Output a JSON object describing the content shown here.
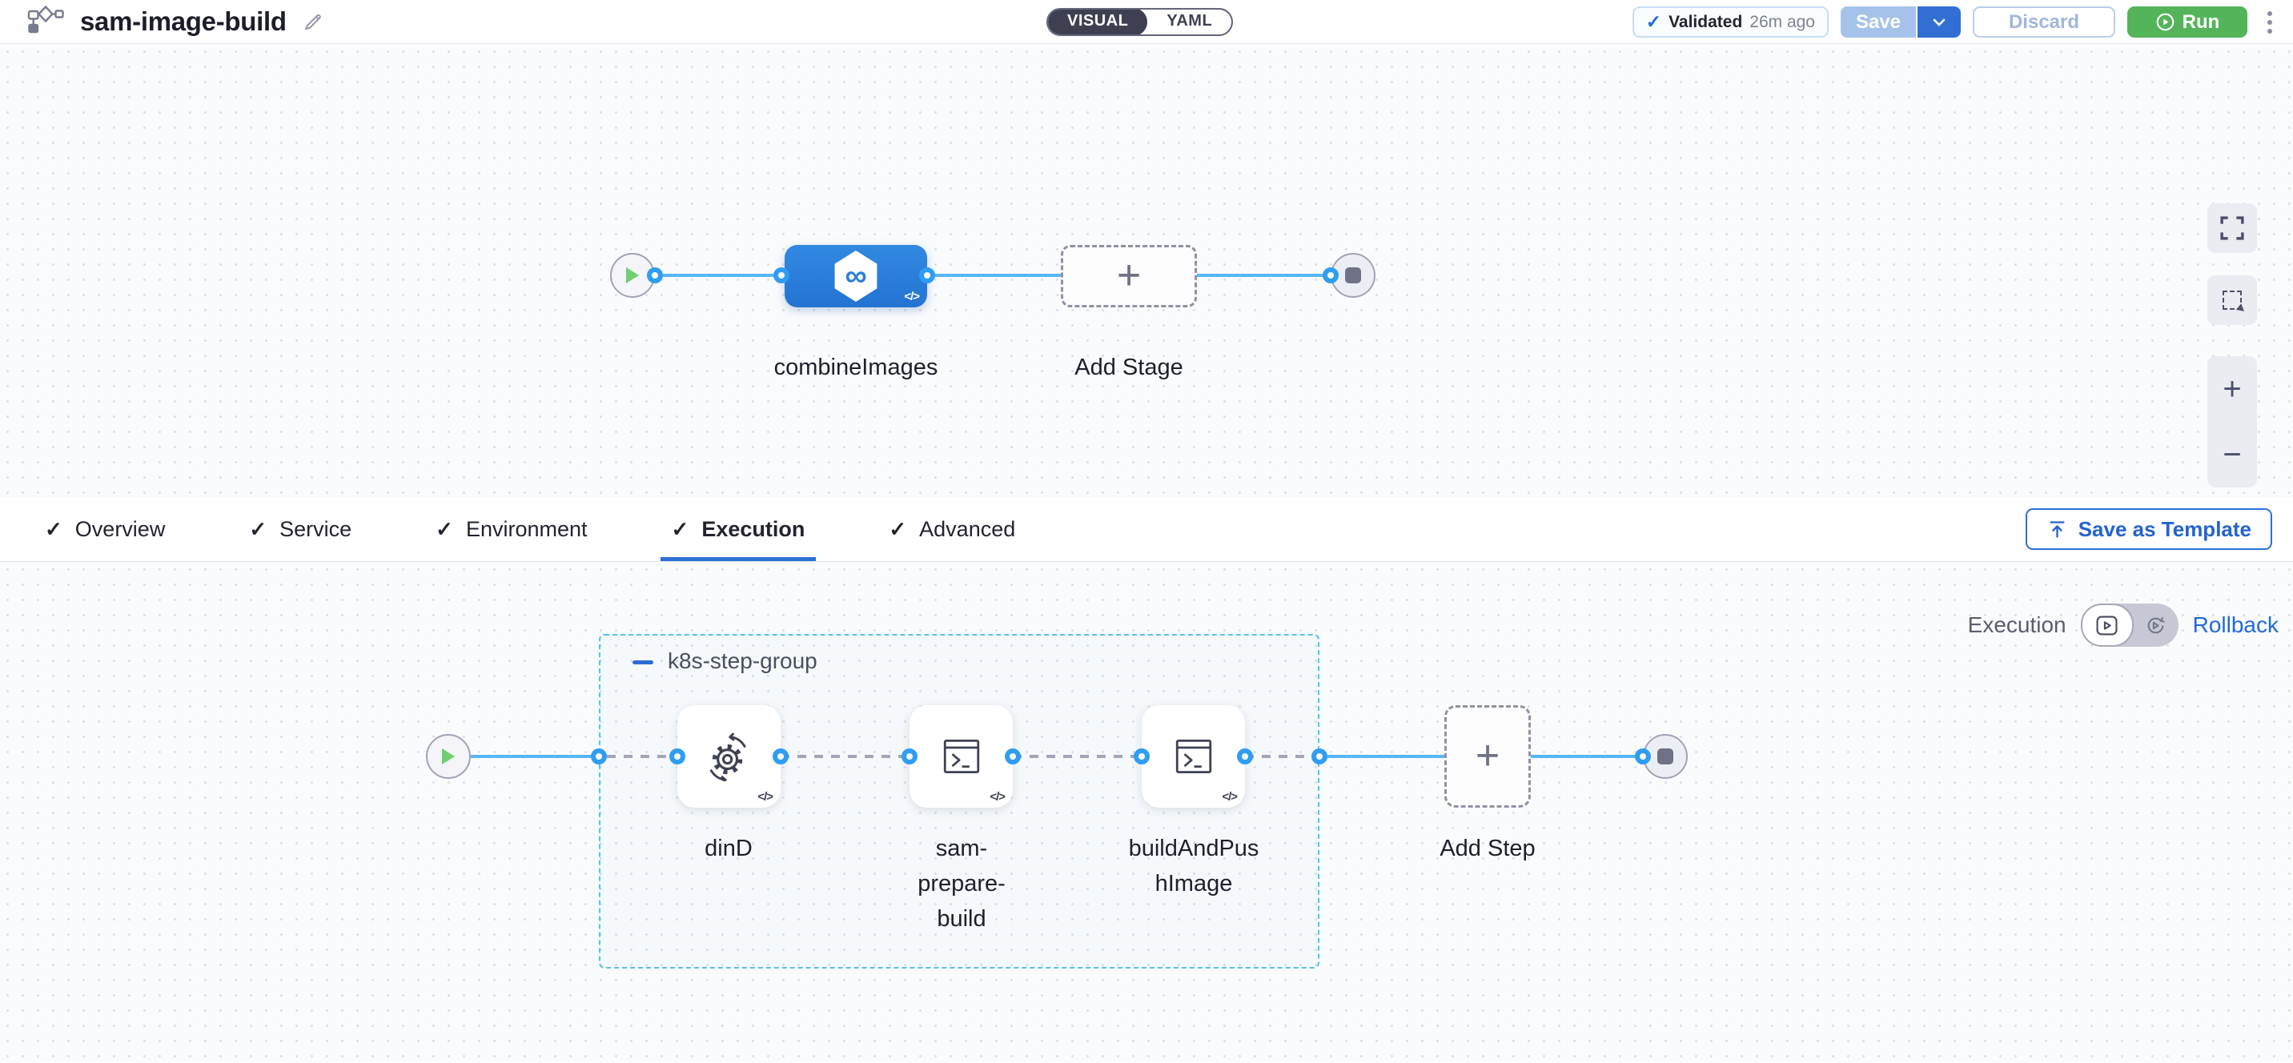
{
  "icons": {
    "check": "✓",
    "plus": "+",
    "minus": "−",
    "infinity": "∞",
    "code": "</>"
  },
  "header": {
    "title": "sam-image-build",
    "mode_toggle": {
      "visual": "VISUAL",
      "yaml": "YAML",
      "selected": "VISUAL"
    },
    "validated_badge": {
      "label": "Validated",
      "time": "26m ago"
    },
    "save_button": "Save",
    "discard_button": "Discard",
    "run_button": "Run"
  },
  "stage_canvas": {
    "stage_label": "combineImages",
    "add_stage_label": "Add Stage"
  },
  "tab_bar": {
    "tabs": [
      {
        "label": "Overview",
        "checked": true,
        "selected": false
      },
      {
        "label": "Service",
        "checked": true,
        "selected": false
      },
      {
        "label": "Environment",
        "checked": true,
        "selected": false
      },
      {
        "label": "Execution",
        "checked": true,
        "selected": true
      },
      {
        "label": "Advanced",
        "checked": true,
        "selected": false
      }
    ],
    "save_as_template_button": "Save as Template"
  },
  "execution_canvas": {
    "mode_switch": {
      "left_label": "Execution",
      "right_label": "Rollback",
      "selected": "Execution"
    },
    "step_group": {
      "name": "k8s-step-group",
      "steps": [
        {
          "name": "dinD",
          "icon": "sync-gear-icon"
        },
        {
          "name": "sam-prepare-build",
          "icon": "terminal-icon"
        },
        {
          "name": "buildAndPushImage",
          "icon": "terminal-icon"
        }
      ]
    },
    "add_step_label": "Add Step"
  },
  "colors": {
    "accent_blue": "#2f6fd3",
    "edge_blue": "#57b6f7",
    "run_green": "#54b45a",
    "group_border": "#55c3e6"
  }
}
